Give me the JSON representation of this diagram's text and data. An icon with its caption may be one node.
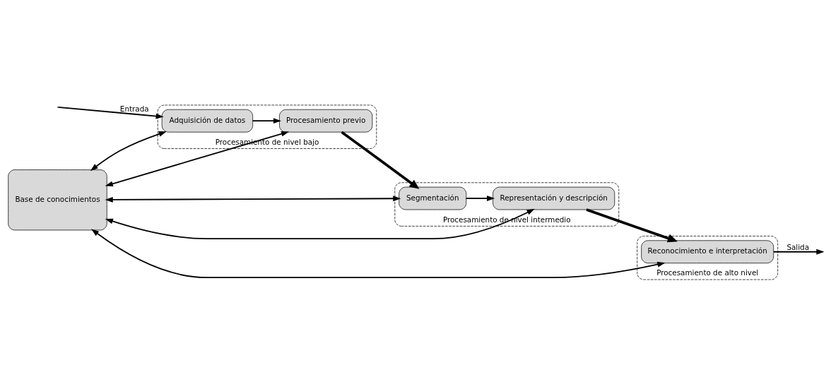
{
  "diagram": {
    "nodes": [
      {
        "text": [
          "Procesamiento de nivel intermedio"
        ]
      },
      {
        "text": [
          "Segmentación"
        ],
        "in": 0
      },
      {
        "text": [
          "Representación y descripción"
        ],
        "in": 0
      },
      {
        "text": [
          "Procesamiento de nivel bajo"
        ]
      },
      {
        "text": [
          "Procesamiento previo"
        ],
        "in": 3
      },
      {
        "text": [
          "Adquisición de datos"
        ],
        "in": 3
      },
      {
        "text": [
          "Base de conocimientos"
        ]
      },
      {
        "text": [
          "Procesamiento de alto nivel"
        ]
      },
      {
        "text": [
          "Reconocimiento e interpretación"
        ],
        "in": 7
      }
    ],
    "edges": [
      {
        "from": null,
        "to": 5,
        "arrow": "to",
        "label": "Entrada"
      },
      {
        "from": 5,
        "to": 4,
        "arrow": "to"
      },
      {
        "from": 4,
        "to": 1,
        "arrow": "to",
        "style": "thick"
      },
      {
        "from": 1,
        "to": 2,
        "arrow": "to"
      },
      {
        "from": 2,
        "to": 8,
        "arrow": "to",
        "style": "thick"
      },
      {
        "from": 6,
        "to": 1,
        "arrow": "both"
      },
      {
        "from": 6,
        "to": 2,
        "arrow": "both"
      },
      {
        "from": 6,
        "to": 4,
        "arrow": "both"
      },
      {
        "from": 6,
        "to": 5,
        "arrow": "both"
      },
      {
        "from": 6,
        "to": 8,
        "arrow": "both"
      },
      {
        "from": 8,
        "to": null,
        "arrow": "to",
        "label": "Salida"
      }
    ]
  }
}
